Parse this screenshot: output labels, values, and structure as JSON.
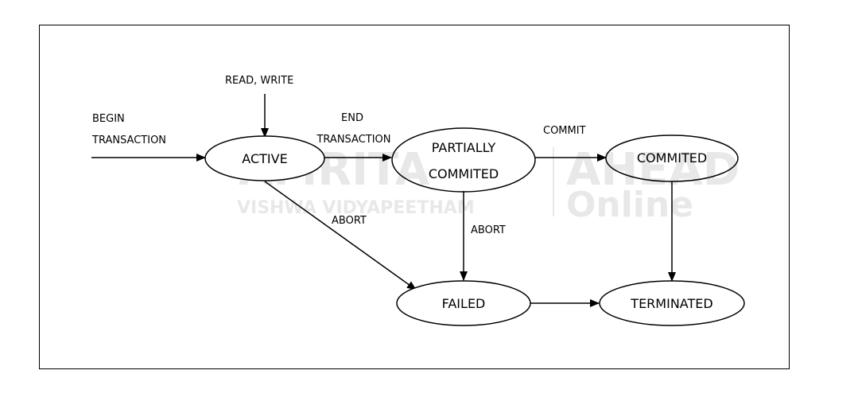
{
  "watermark": {
    "brand": "AMRITA",
    "sub": "VISHWA VIDYAPEETHAM",
    "brand2": "AHEAD",
    "sub2": "Online"
  },
  "nodes": {
    "active": "ACTIVE",
    "partially_line1": "PARTIALLY",
    "partially_line2": "COMMITED",
    "commited": "COMMITED",
    "failed": "FAILED",
    "terminated": "TERMINATED"
  },
  "edges": {
    "begin_line1": "BEGIN",
    "begin_line2": "TRANSACTION",
    "read_write": "READ, WRITE",
    "end_line1": "END",
    "end_line2": "TRANSACTION",
    "commit": "COMMIT",
    "abort_active": "ABORT",
    "abort_partial": "ABORT"
  }
}
